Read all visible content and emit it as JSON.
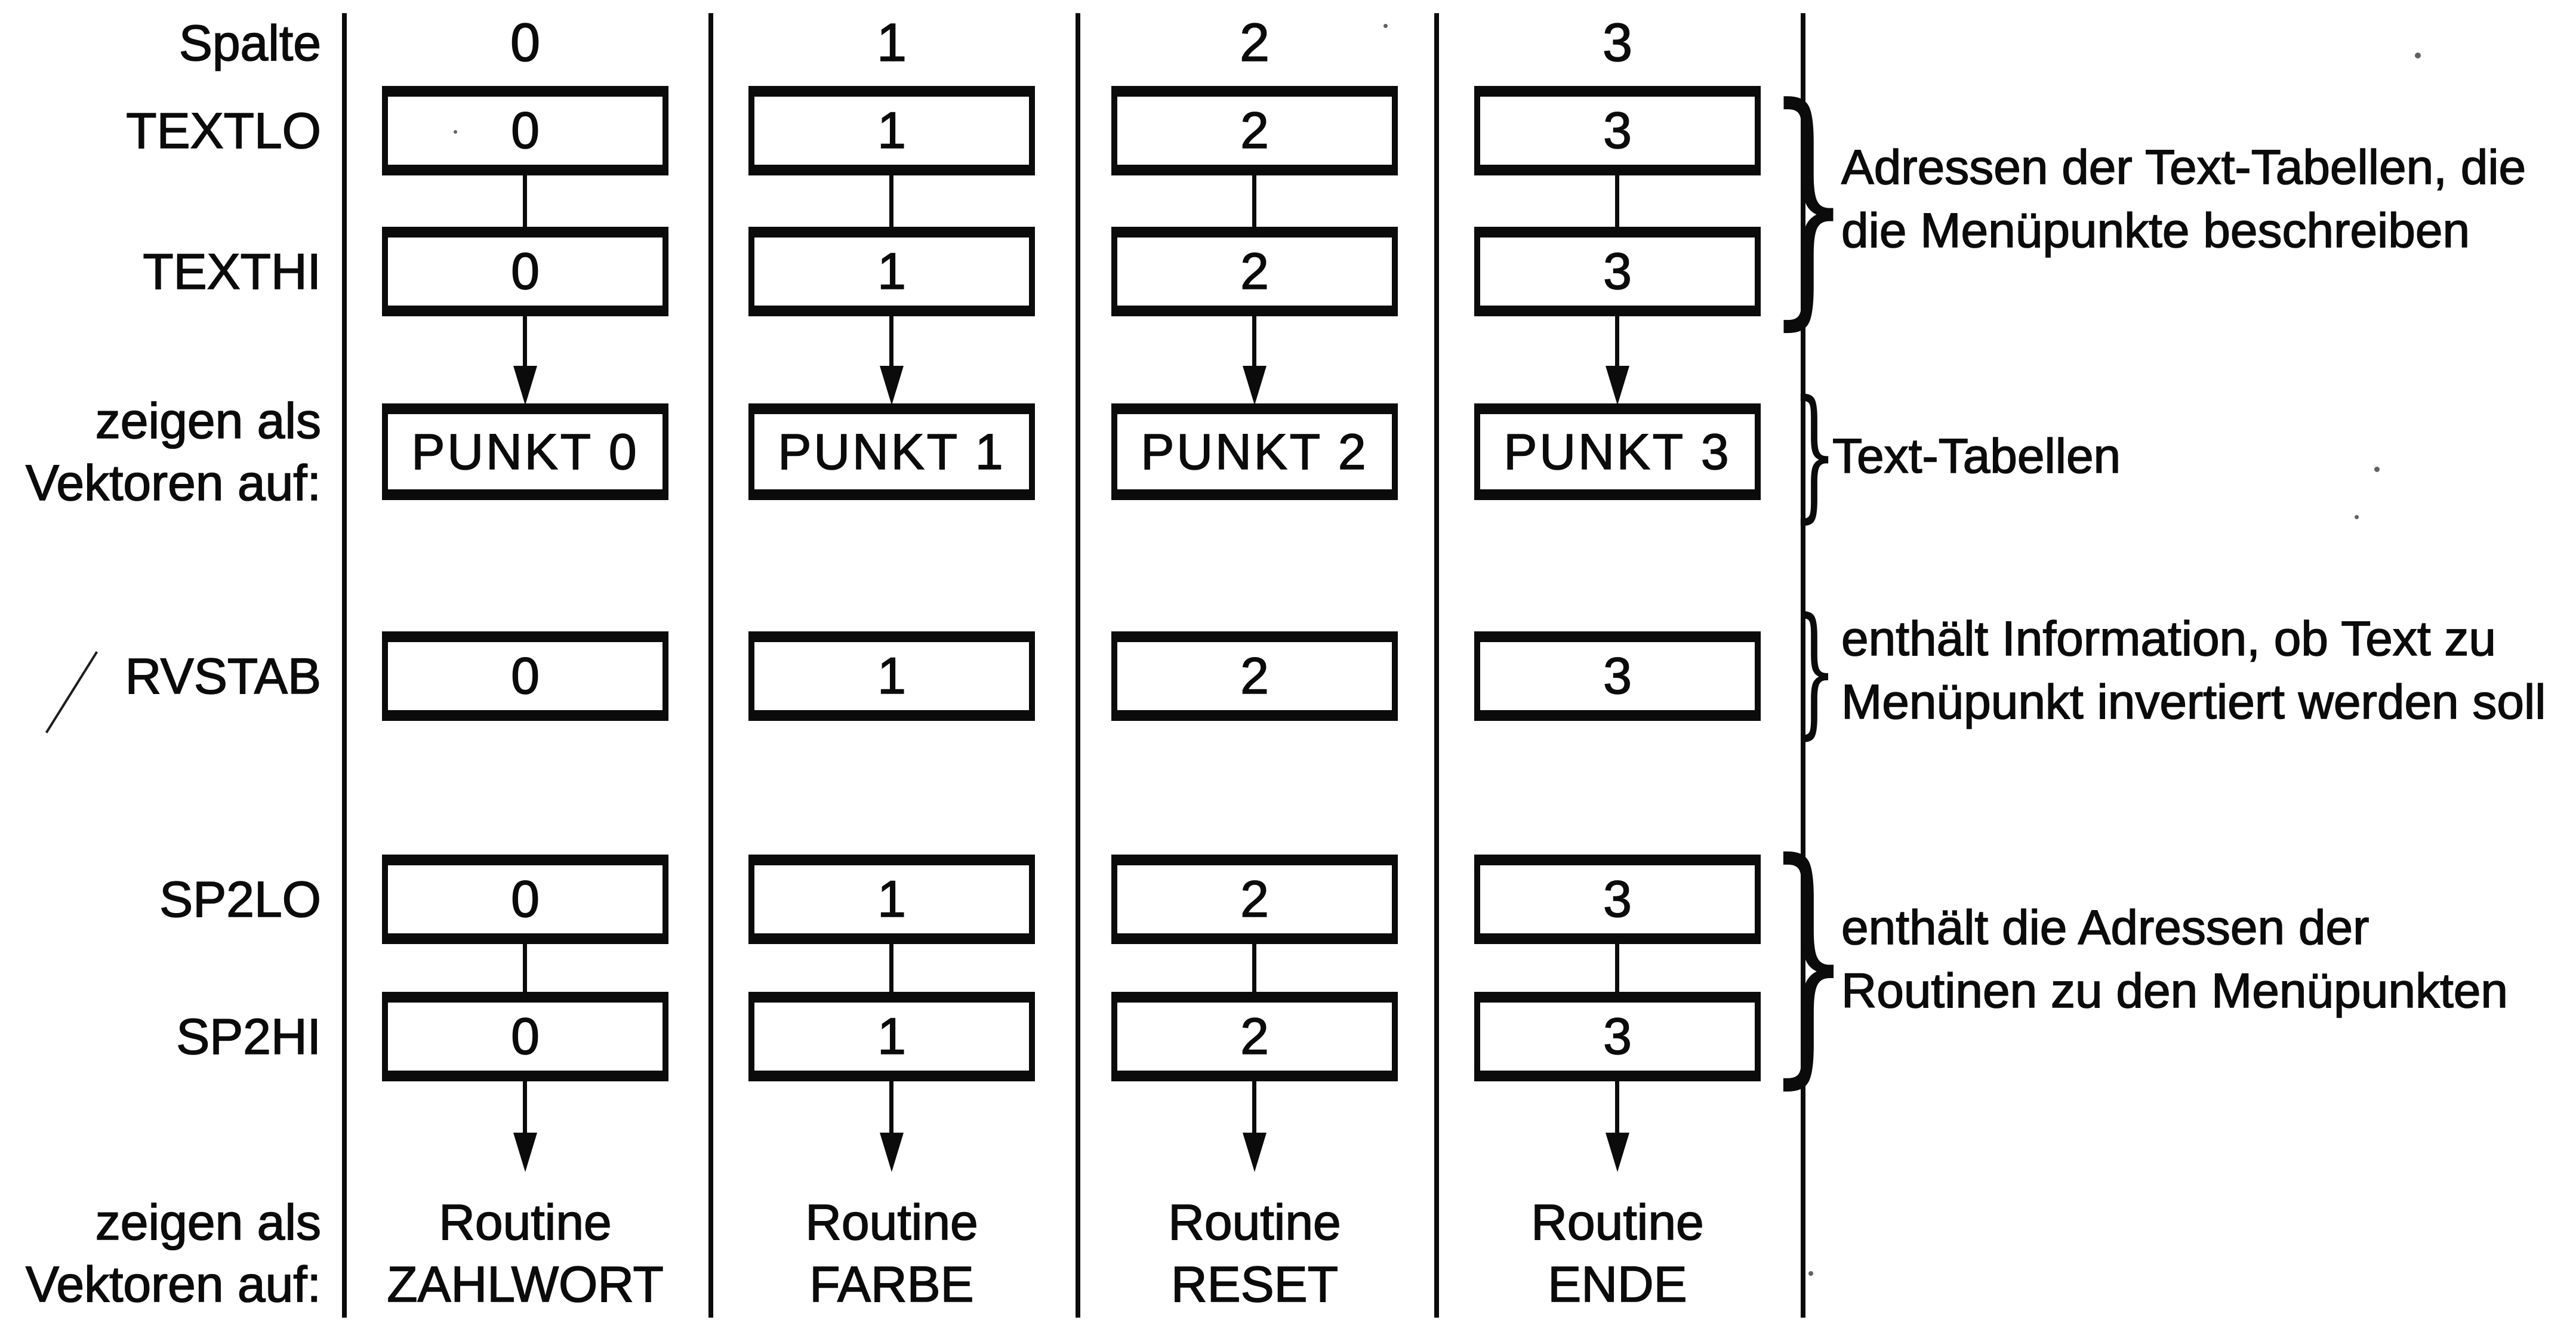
{
  "diagram": {
    "row_labels": {
      "spalte": "Spalte",
      "textlo": "TEXTLO",
      "texthi": "TEXTHI",
      "vectors_top_line1": "zeigen als",
      "vectors_top_line2": "Vektoren auf:",
      "rvstab": "RVSTAB",
      "sp2lo": "SP2LO",
      "sp2hi": "SP2HI",
      "vectors_bottom_line1": "zeigen als",
      "vectors_bottom_line2": "Vektoren auf:"
    },
    "columns": [
      {
        "header": "0",
        "textlo": "0",
        "texthi": "0",
        "punkt": "PUNKT 0",
        "rvstab": "0",
        "sp2lo": "0",
        "sp2hi": "0",
        "routine_line1": "Routine",
        "routine_line2": "ZAHLWORT"
      },
      {
        "header": "1",
        "textlo": "1",
        "texthi": "1",
        "punkt": "PUNKT 1",
        "rvstab": "1",
        "sp2lo": "1",
        "sp2hi": "1",
        "routine_line1": "Routine",
        "routine_line2": "FARBE"
      },
      {
        "header": "2",
        "textlo": "2",
        "texthi": "2",
        "punkt": "PUNKT 2",
        "rvstab": "2",
        "sp2lo": "2",
        "sp2hi": "2",
        "routine_line1": "Routine",
        "routine_line2": "RESET"
      },
      {
        "header": "3",
        "textlo": "3",
        "texthi": "3",
        "punkt": "PUNKT 3",
        "rvstab": "3",
        "sp2lo": "3",
        "sp2hi": "3",
        "routine_line1": "Routine",
        "routine_line2": "ENDE"
      }
    ],
    "annotations": [
      {
        "brace": "}",
        "line1": "Adressen der Text-Tabellen, die",
        "line2": "die Menüpunkte beschreiben"
      },
      {
        "brace": "}",
        "line1": "Text-Tabellen",
        "line2": ""
      },
      {
        "brace": "}",
        "line1": "enthält Information, ob Text zu",
        "line2": "Menüpunkt invertiert werden soll"
      },
      {
        "brace": "}",
        "line1": "enthält die Adressen der",
        "line2": "Routinen zu den Menüpunkten"
      }
    ],
    "ink_color": "#0b0b0b"
  }
}
